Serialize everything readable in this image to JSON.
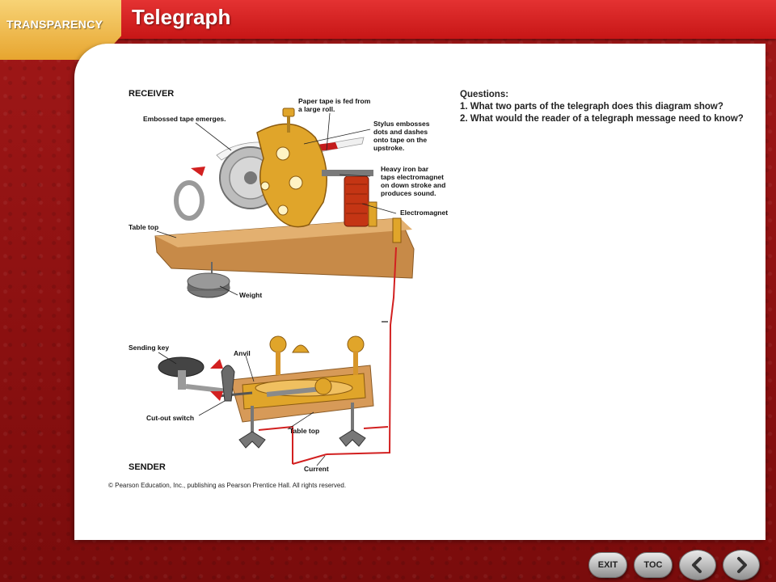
{
  "header": {
    "tab_label": "TRANSPARENCY",
    "title": "Telegraph"
  },
  "questions": {
    "heading": "Questions:",
    "items": [
      "1. What two parts of the telegraph does this diagram show?",
      "2. What would the reader of a telegraph message need to know?"
    ]
  },
  "diagram": {
    "receiver_heading": "RECEIVER",
    "sender_heading": "SENDER",
    "labels": {
      "paper_tape_1": "Paper tape is fed from",
      "paper_tape_2": "a large roll.",
      "embossed_tape": "Embossed tape emerges.",
      "stylus_1": "Stylus embosses",
      "stylus_2": "dots and dashes",
      "stylus_3": "onto tape on the",
      "stylus_4": "upstroke.",
      "iron_bar_1": "Heavy iron bar",
      "iron_bar_2": "taps electromagnet",
      "iron_bar_3": "on down stroke and",
      "iron_bar_4": "produces sound.",
      "electromagnet": "Electromagnet",
      "table_top_receiver": "Table top",
      "weight": "Weight",
      "sending_key": "Sending key",
      "anvil": "Anvil",
      "cut_out_switch": "Cut-out switch",
      "table_top_sender": "Table top",
      "current": "Current"
    },
    "copyright": "© Pearson Education, Inc., publishing as Pearson Prentice Hall. All rights reserved."
  },
  "nav": {
    "exit_label": "EXIT",
    "toc_label": "TOC"
  },
  "colors": {
    "header_red": "#d11f1f",
    "tab_gold": "#eeb14a",
    "wire_red": "#d22020",
    "brass": "#e0a52a",
    "wood": "#c78a48"
  }
}
